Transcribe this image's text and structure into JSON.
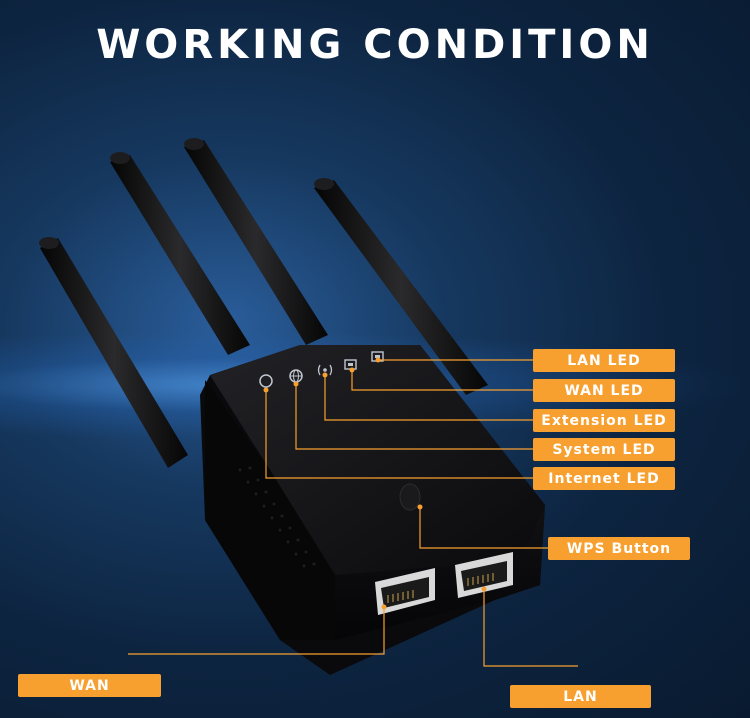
{
  "title": "WORKING CONDITION",
  "labels": {
    "lan_led": "LAN LED",
    "wan_led": "WAN LED",
    "extension_led": "Extension LED",
    "system_led": "System LED",
    "internet_led": "Internet LED",
    "wps_button": "WPS Button",
    "wan": "WAN",
    "lan": "LAN"
  },
  "colors": {
    "accent": "#f7a030",
    "background": "#0d2440",
    "device": "#0c0c0e"
  }
}
